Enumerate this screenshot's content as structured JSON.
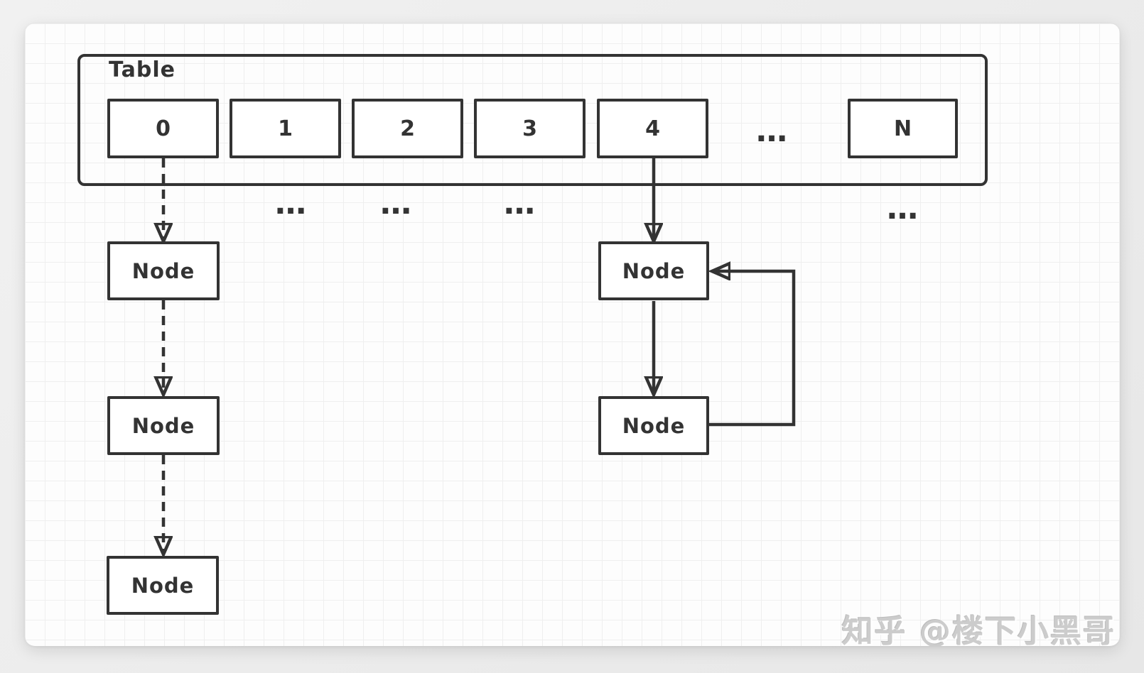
{
  "canvas": {
    "background": "#fdfdfd",
    "grid_color": "#efefef",
    "stroke_color": "#333333"
  },
  "table": {
    "label": "Table",
    "cells": [
      {
        "label": "0"
      },
      {
        "label": "1"
      },
      {
        "label": "2"
      },
      {
        "label": "3"
      },
      {
        "label": "4"
      },
      {
        "label": "N"
      }
    ],
    "gap_ellipsis": "…"
  },
  "ellipses": {
    "under_cell_1": "…",
    "under_cell_2": "…",
    "under_cell_3": "…",
    "under_cell_n": "…"
  },
  "left_chain": {
    "link_style": "dashed",
    "nodes": [
      {
        "label": "Node"
      },
      {
        "label": "Node"
      },
      {
        "label": "Node"
      }
    ]
  },
  "right_chain": {
    "link_style": "solid",
    "loop": "node2-back-to-node1",
    "nodes": [
      {
        "label": "Node"
      },
      {
        "label": "Node"
      }
    ]
  },
  "watermark": {
    "text": "知乎 @楼下小黑哥",
    "color": "#cccccc"
  }
}
